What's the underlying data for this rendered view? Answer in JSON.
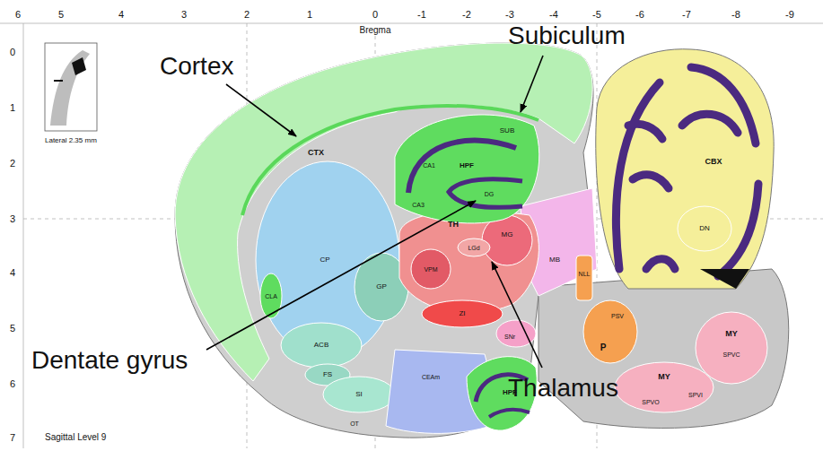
{
  "diagram": {
    "labels": [
      "6",
      "5",
      "4",
      "3",
      "2",
      "1",
      "0",
      "-1",
      "-2",
      "-3",
      "-4",
      "-5",
      "-6",
      "-7",
      "-8",
      "-9",
      "Bregma",
      "0",
      "1",
      "2",
      "3",
      "4",
      "5",
      "6",
      "7",
      "Lateral 2.35 mm",
      "Sagittal Level 9",
      "Cortex",
      "Subiculum",
      "Dentate gyrus",
      "Thalamus",
      "CTX",
      "HPF",
      "SUB",
      "CA1",
      "CA3",
      "DG",
      "TH",
      "MG",
      "VPM",
      "LGd",
      "ZI",
      "CP",
      "GP",
      "ACB",
      "FS",
      "SI",
      "CLA",
      "HPF",
      "CEAm",
      "OT",
      "MB",
      "SNr",
      "NLL",
      "PSV",
      "P",
      "MY",
      "SPVO",
      "SPVI",
      "MY",
      "SPVC",
      "CBX",
      "DN"
    ]
  }
}
